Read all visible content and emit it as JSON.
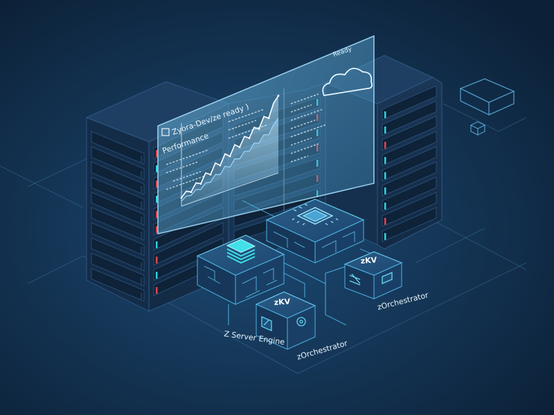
{
  "panel": {
    "title": "Zyora-Dev/ze ready )",
    "section_label": "Performance",
    "status": "Ready"
  },
  "modules": {
    "engine": {
      "label": "Z Server Engine"
    },
    "kv_small": {
      "title": "zKV",
      "label": "zOrchestrator"
    },
    "kv_right": {
      "title": "zKV",
      "label": "zOrchestrator"
    }
  },
  "colors": {
    "background": "#0f2744",
    "accent_cyan": "#2fd3e0",
    "accent_red": "#e0444f",
    "panel_glass": "#5fb4e0",
    "chart_line": "#9ad8ff"
  },
  "chart_data": {
    "type": "area",
    "x": [
      0,
      1,
      2,
      3,
      4,
      5,
      6,
      7,
      8,
      9,
      10,
      11,
      12,
      13,
      14,
      15,
      16,
      17,
      18,
      19,
      20
    ],
    "series": [
      {
        "values": [
          10,
          16,
          13,
          22,
          19,
          30,
          26,
          38,
          33,
          45,
          40,
          52,
          47,
          58,
          54,
          65,
          61,
          74,
          70,
          86,
          93
        ]
      },
      {
        "values": [
          6,
          10,
          9,
          14,
          12,
          18,
          17,
          24,
          22,
          30,
          27,
          35,
          33,
          40,
          38,
          46,
          44,
          52,
          50,
          60,
          66
        ]
      }
    ],
    "ylim": [
      0,
      100
    ]
  }
}
